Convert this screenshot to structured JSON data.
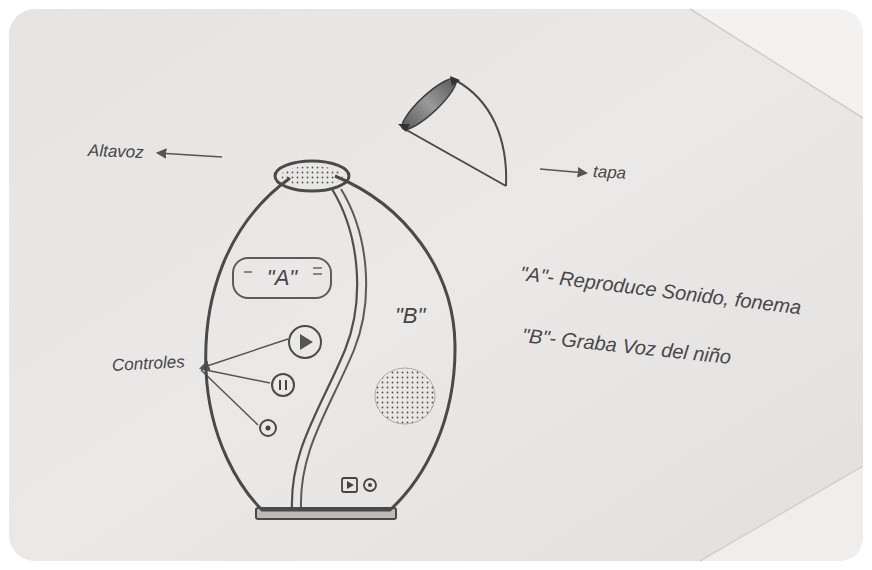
{
  "diagram": {
    "nodes": [
      {
        "text": [
          "\"B\""
        ]
      },
      {
        "text": [
          "\"A\""
        ],
        "in": 0
      }
    ],
    "labels": [
      "Altavoz",
      "tapa",
      "Controles",
      "\"A\"- Reproduce Sonido, fonema",
      "\"B\"- Graba Voz del niño"
    ]
  }
}
